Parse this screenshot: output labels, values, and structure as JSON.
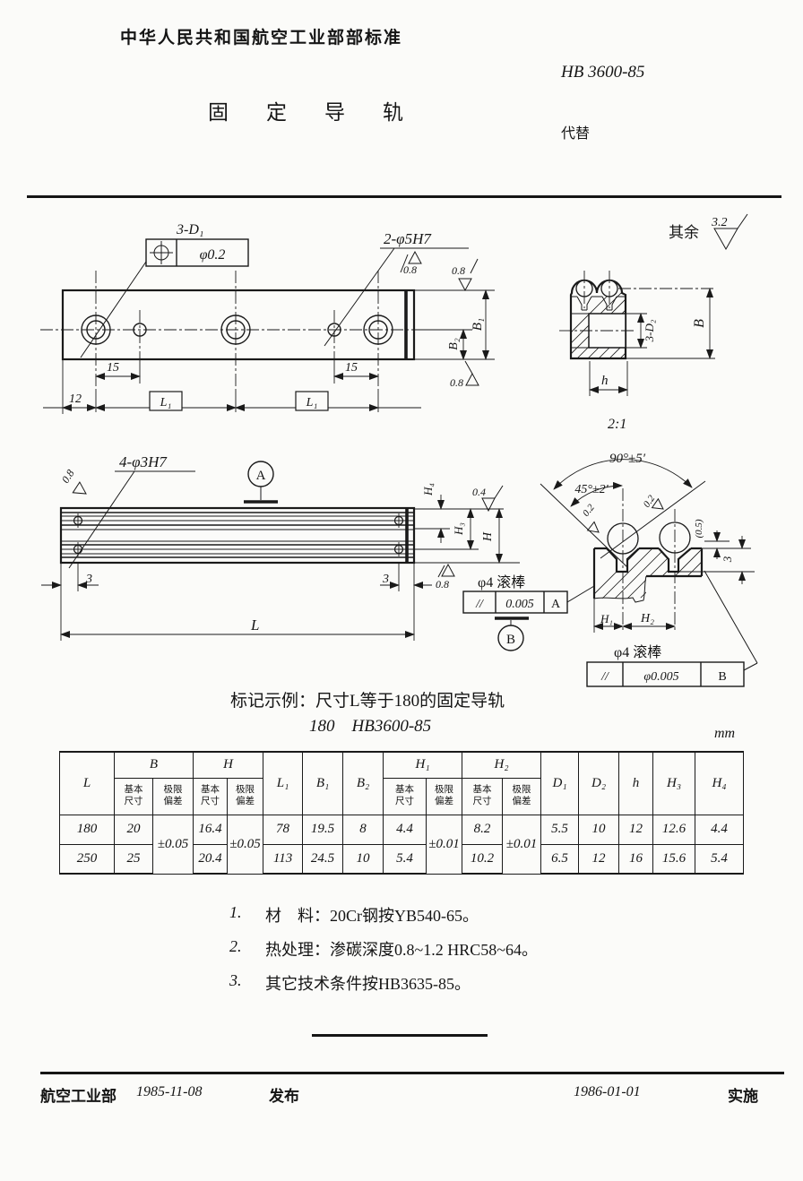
{
  "header": {
    "org_line": "中华人民共和国航空工业部部标准",
    "std_no": "HB 3600-85",
    "doc_title": "固定导轨",
    "replaces": "代替"
  },
  "general_finish": {
    "prefix": "其余",
    "value": "3.2"
  },
  "top_view": {
    "label_3d1": "3-D₁",
    "pos_val": "φ0.2",
    "label_5h7": "2-φ5H7",
    "f08_a": "0.8",
    "f08_b": "0.8",
    "f08_c": "0.8",
    "dim15_l": "15",
    "dim15_r": "15",
    "dim12": "12",
    "dimL1_a": "L₁",
    "dimL1_b": "L₁",
    "dimB1": "B₁",
    "dimB2": "B₂"
  },
  "section_view": {
    "label_3d2": "3-D₂",
    "dimB": "B",
    "dimh": "h",
    "scale": "2:1"
  },
  "front_view": {
    "label_phi3": "4-φ3H7",
    "f08_leader": "0.8",
    "datumA": "A",
    "dim3_l": "3",
    "dim3_r": "3",
    "dimL": "L",
    "dimH4": "H₄",
    "dimH3": "H₃",
    "dimH": "H",
    "f04": "0.4",
    "f08_bottom": "0.8"
  },
  "tol_a": {
    "note": "φ4 滚棒",
    "sym": "//",
    "val": "0.005",
    "ref": "A",
    "datum": "B"
  },
  "tol_b": {
    "note": "φ4 滚棒",
    "sym": "//",
    "val": "φ0.005",
    "ref": "B"
  },
  "detail": {
    "angle90": "90°±5′",
    "angle45": "45°±2′",
    "f02_l": "0.2",
    "f02_r": "0.2",
    "dim05": "(0.5)",
    "dim3": "3",
    "dimH1": "H₁",
    "dimH2": "H₂"
  },
  "marking": {
    "line1": "标记示例：尺寸L等于180的固定导轨",
    "line2": "180　HB3600-85"
  },
  "table": {
    "unit": "mm",
    "h": {
      "L": "L",
      "B": "B",
      "H": "H",
      "basic": "基本尺寸",
      "dev": "极限偏差",
      "L1": "L₁",
      "B1": "B₁",
      "B2": "B₂",
      "H1": "H₁",
      "H2": "H₂",
      "D1": "D₁",
      "D2": "D₂",
      "hh": "h",
      "H3": "H₃",
      "H4": "H₄"
    },
    "rows": [
      {
        "L": "180",
        "Bb": "20",
        "Bd": "±0.05",
        "Hb": "16.4",
        "Hd": "±0.05",
        "L1": "78",
        "B1": "19.5",
        "B2": "8",
        "H1b": "4.4",
        "H1d": "±0.01",
        "H2b": "8.2",
        "H2d": "±0.01",
        "D1": "5.5",
        "D2": "10",
        "h": "12",
        "H3": "12.6",
        "H4": "4.4"
      },
      {
        "L": "250",
        "Bb": "25",
        "Hb": "20.4",
        "L1": "113",
        "B1": "24.5",
        "B2": "10",
        "H1b": "5.4",
        "H2b": "10.2",
        "D1": "6.5",
        "D2": "12",
        "h": "16",
        "H3": "15.6",
        "H4": "5.4"
      }
    ]
  },
  "notes": [
    {
      "no": "1.",
      "text": "材　料：20Cr钢按YB540-65。"
    },
    {
      "no": "2.",
      "text": "热处理：渗碳深度0.8~1.2  HRC58~64。"
    },
    {
      "no": "3.",
      "text": "其它技术条件按HB3635-85。"
    }
  ],
  "footer": {
    "org": "航空工业部",
    "pub_date": "1985-11-08",
    "publish": "发布",
    "impl_date": "1986-01-01",
    "implement": "实施"
  }
}
